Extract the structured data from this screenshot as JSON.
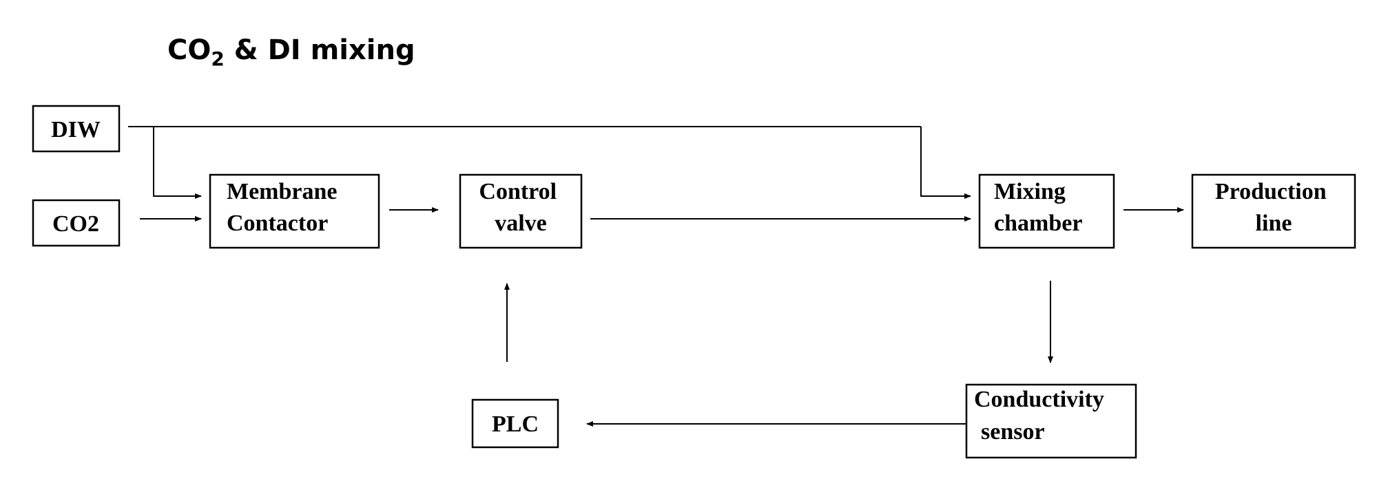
{
  "title": {
    "prefix": "CO",
    "subscript": "2",
    "suffix": " & DI mixing"
  },
  "nodes": {
    "diw": "DIW",
    "co2": "CO2",
    "membrane": [
      "Membrane",
      "Contactor"
    ],
    "control": [
      "Control",
      "valve"
    ],
    "mixing": [
      "Mixing",
      "chamber"
    ],
    "production": [
      "Production",
      "line"
    ],
    "conductivity": [
      "Conductivity",
      "sensor"
    ],
    "plc": "PLC"
  },
  "colors": {
    "stroke": "#000000",
    "background": "#ffffff"
  }
}
